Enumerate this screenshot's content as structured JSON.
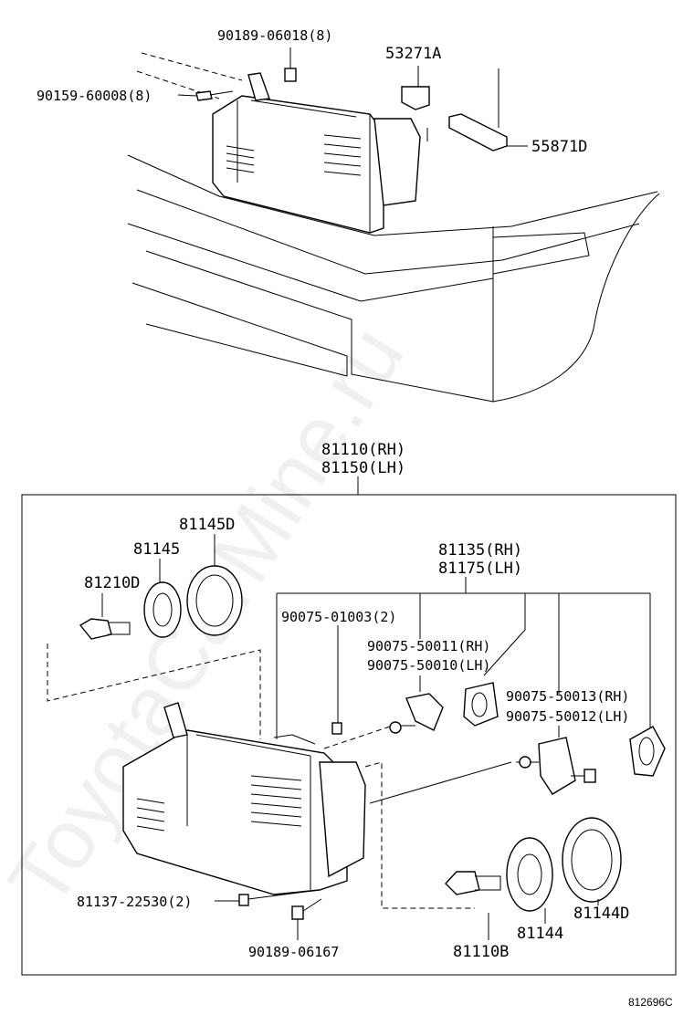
{
  "watermark": "ToyotaCarMine.ru",
  "diagram_code": "812696C",
  "assembly": {
    "rh": "81110(RH)",
    "lh": "81150(LH)"
  },
  "upper_parts": {
    "nut": "90189-06018(8)",
    "bolt": "90159-60008(8)",
    "clip": "53271A",
    "cushion": "55871D"
  },
  "inner_parts": {
    "cover_side": "81145D",
    "socket_side": "81145",
    "bulb_side": "81210D",
    "adjuster_rh": "81135(RH)",
    "adjuster_lh": "81175(LH)",
    "screw": "90075-01003(2)",
    "adjust_upper_rh": "90075-50011(RH)",
    "adjust_upper_lh": "90075-50010(LH)",
    "adjust_lower_rh": "90075-50013(RH)",
    "adjust_lower_lh": "90075-50012(LH)",
    "nut_lower": "81137-22530(2)",
    "nut_bottom": "90189-06167",
    "cover_main": "81144D",
    "socket_main": "81144",
    "bulb_main": "81110B"
  }
}
